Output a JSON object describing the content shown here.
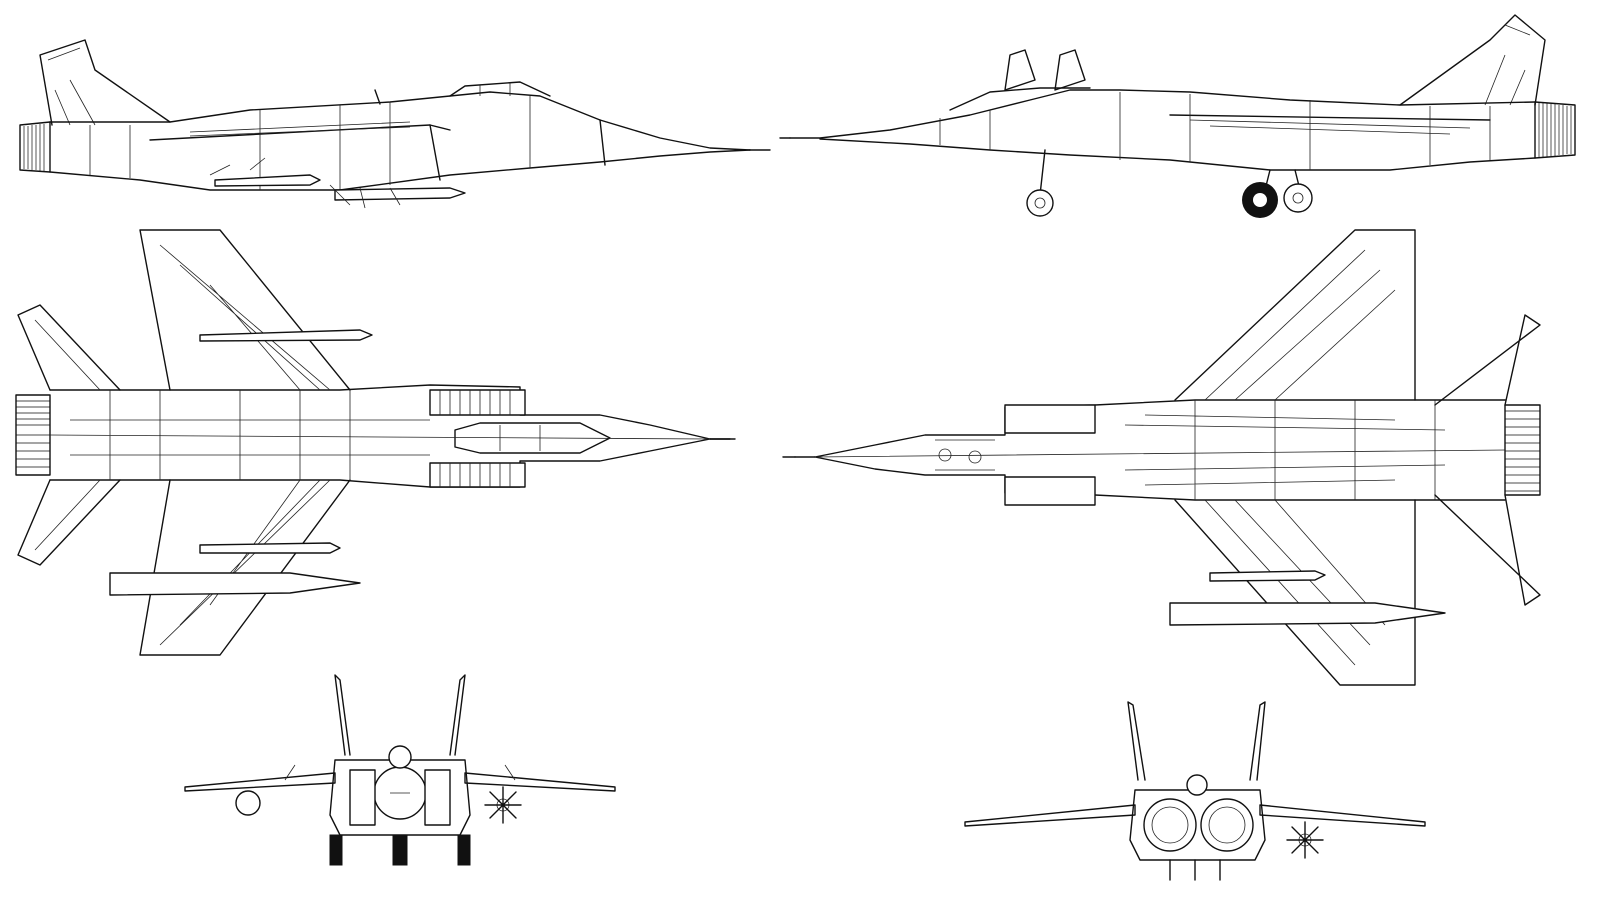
{
  "drawing": {
    "type": "aircraft-three-view",
    "views": [
      {
        "name": "side-left"
      },
      {
        "name": "side-right"
      },
      {
        "name": "top"
      },
      {
        "name": "bottom"
      },
      {
        "name": "front"
      },
      {
        "name": "rear"
      }
    ],
    "line_color": "#111111",
    "background": "#ffffff"
  }
}
